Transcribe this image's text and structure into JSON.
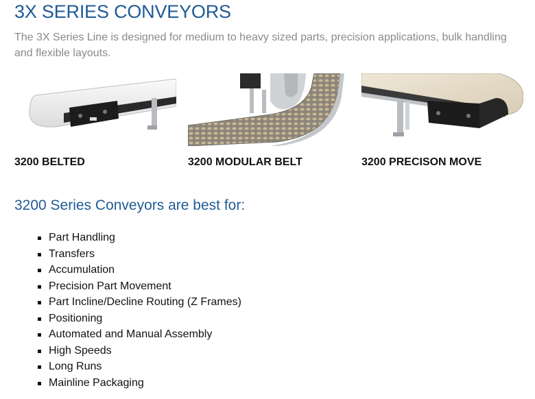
{
  "page": {
    "title": "3X SERIES CONVEYORS",
    "intro": "The 3X Series Line is designed for medium to heavy sized parts, precision applications, bulk handling and flexible layouts."
  },
  "products": [
    {
      "name": "3200 BELTED",
      "image": "belted-conveyor-photo"
    },
    {
      "name": "3200 MODULAR BELT",
      "image": "modular-belt-conveyor-photo"
    },
    {
      "name": "3200 PRECISON MOVE",
      "image": "precision-move-conveyor-photo"
    }
  ],
  "benefits": {
    "heading": "3200 Series Conveyors are best for:",
    "items": [
      "Part Handling",
      "Transfers",
      "Accumulation",
      "Precision Part Movement",
      "Part Incline/Decline Routing (Z Frames)",
      "Positioning",
      "Automated and Manual Assembly",
      "High Speeds",
      "Long Runs",
      "Mainline Packaging"
    ]
  },
  "colors": {
    "heading": "#1f5b95",
    "intro_text": "#8a8a8a",
    "body_text": "#111111"
  }
}
